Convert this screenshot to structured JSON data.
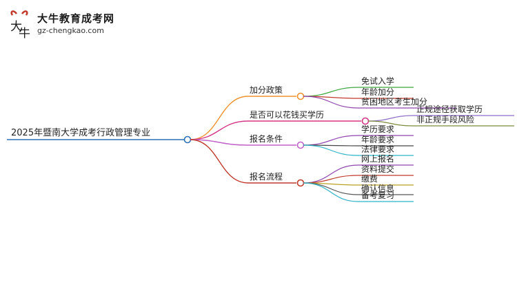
{
  "logo": {
    "title": "大牛教育成考网",
    "domain": "gz-chengkao.com",
    "mark_text": "大牛"
  },
  "mindmap": {
    "root": "2025年暨南大学成考行政管理专业",
    "branches": [
      {
        "label": "加分政策",
        "color": "#f0922b",
        "children": [
          {
            "label": "免试入学",
            "color": "#3aa63a"
          },
          {
            "label": "年龄加分",
            "color": "#c0392b"
          },
          {
            "label": "贫困地区考生加分",
            "color": "#8e44ad"
          }
        ]
      },
      {
        "label": "是否可以花钱买学历",
        "color": "#d63384",
        "children": [
          {
            "label": "正规途径获取学历",
            "color": "#8e6cc8"
          },
          {
            "label": "非正规手段风险",
            "color": "#7a8a3a"
          }
        ]
      },
      {
        "label": "报名条件",
        "color": "#c060c8",
        "children": [
          {
            "label": "学历要求",
            "color": "#8e44ad"
          },
          {
            "label": "年龄要求",
            "color": "#444444"
          },
          {
            "label": "法律要求",
            "color": "#2bb3c7"
          }
        ]
      },
      {
        "label": "报名流程",
        "color": "#c0392b",
        "children": [
          {
            "label": "网上报名",
            "color": "#8e44ad"
          },
          {
            "label": "资料提交",
            "color": "#c0392b"
          },
          {
            "label": "缴费",
            "color": "#b8a020"
          },
          {
            "label": "确认信息",
            "color": "#555555"
          },
          {
            "label": "备考复习",
            "color": "#2bb3c7"
          }
        ]
      }
    ]
  }
}
